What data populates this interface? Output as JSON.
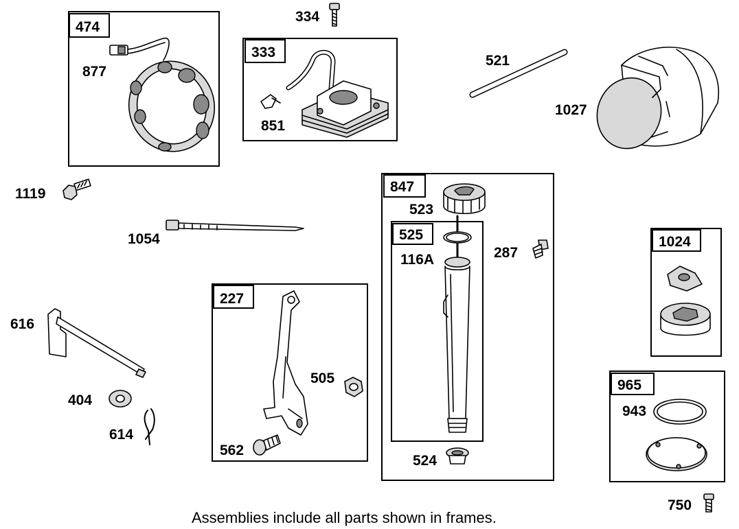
{
  "frames": {
    "f474": "474",
    "f333": "333",
    "f847": "847",
    "f525": "525",
    "f227": "227",
    "f1024": "1024",
    "f965": "965"
  },
  "parts": {
    "p877": "877",
    "p334": "334",
    "p851": "851",
    "p521": "521",
    "p1027": "1027",
    "p1119": "1119",
    "p1054": "1054",
    "p523": "523",
    "p116a": "116A",
    "p287": "287",
    "p616": "616",
    "p404": "404",
    "p614": "614",
    "p505": "505",
    "p562": "562",
    "p524": "524",
    "p943": "943",
    "p750": "750"
  },
  "footer_note": "Assemblies include all parts shown in frames."
}
